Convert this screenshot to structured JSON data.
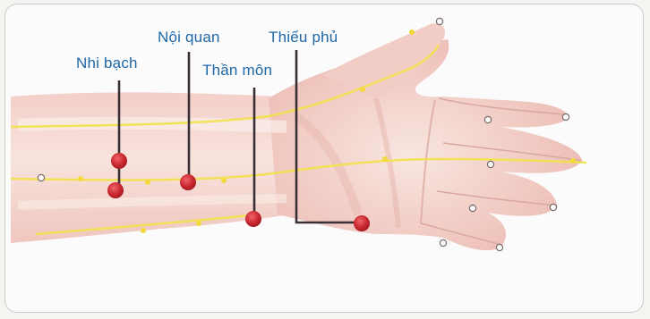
{
  "labels": {
    "nhi_bach": "Nhi bạch",
    "noi_quan": "Nội quan",
    "than_mon": "Thần môn",
    "thieu_phu": "Thiếu phủ"
  },
  "colors": {
    "label_text": "#1f67a6",
    "acupoint_red": "#c9272e",
    "leader_line": "#3a2f34",
    "meridian_yellow": "#f2e24a",
    "skin_light": "#f6dcd6",
    "skin_shade": "#e9b8b1"
  }
}
